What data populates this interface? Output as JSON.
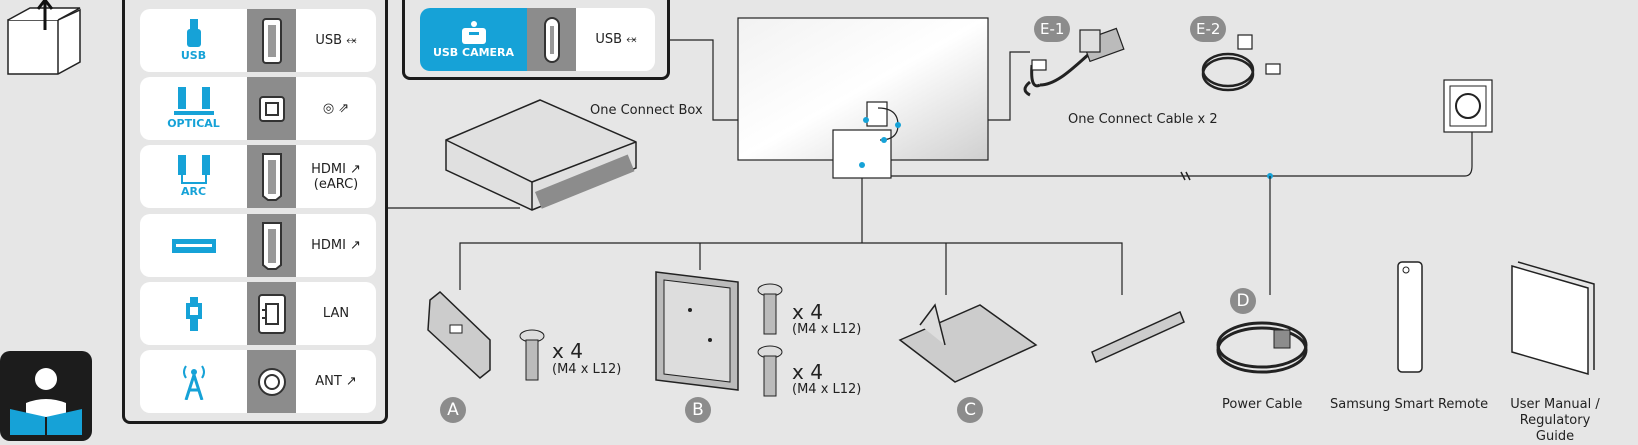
{
  "ports": [
    {
      "icon_label": "USB",
      "label": "USB ⬾",
      "icon": "usb-icon"
    },
    {
      "icon_label": "OPTICAL",
      "label": "◎ ⇗",
      "icon": "optical-speaker-icon"
    },
    {
      "icon_label": "ARC",
      "label": "HDMI ↗\n(eARC)",
      "icon": "arc-speaker-icon"
    },
    {
      "icon_label": "",
      "label": "HDMI ↗",
      "icon": "soundbar-icon"
    },
    {
      "icon_label": "",
      "label": "LAN",
      "icon": "ethernet-plug-icon"
    },
    {
      "icon_label": "",
      "label": "ANT ↗",
      "icon": "antenna-icon"
    }
  ],
  "camera": {
    "icon_label": "USB CAMERA",
    "label": "USB ⬾"
  },
  "one_connect_box_label": "One Connect Box",
  "one_connect_cable_label": "One Connect Cable x 2",
  "cable_tags": [
    "E-1",
    "E-2"
  ],
  "stand_letters": [
    "A",
    "B",
    "C",
    "D"
  ],
  "screws": [
    {
      "qty": "x 4",
      "size": "(M4 x L12)"
    },
    {
      "qty": "x 4",
      "size": "(M4 x L12)"
    },
    {
      "qty": "x 4",
      "size": "(M4 x L12)"
    }
  ],
  "items": {
    "power_cable": "Power Cable",
    "remote": "Samsung Smart Remote",
    "manual_line1": "User Manual /",
    "manual_line2": "Regulatory Guide"
  },
  "colors": {
    "accent": "#16a2d7",
    "panel_gray": "#8c8c8c",
    "background": "#e6e6e6",
    "outline": "#1b1b1b"
  }
}
